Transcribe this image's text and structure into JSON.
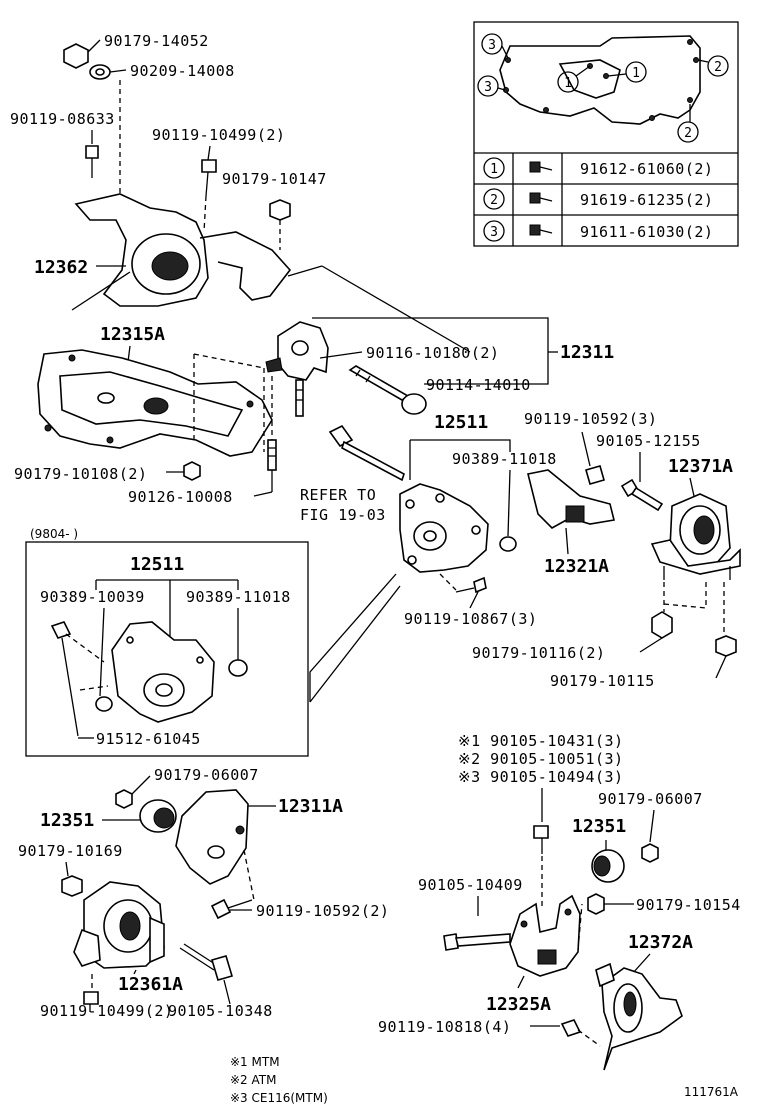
{
  "labels": {
    "p90179_14052": "90179-14052",
    "p90209_14008": "90209-14008",
    "p90119_08633": "90119-08633",
    "p90119_10499_2_top": "90119-10499(2)",
    "p90179_10147": "90179-10147",
    "p12362": "12362",
    "p12315A": "12315A",
    "p90116_10180": "90116-10180(2)",
    "p12311": "12311",
    "p90114_14010": "90114-14010",
    "p90179_10108": "90179-10108(2)",
    "p90126_10008": "90126-10008",
    "p12511_top": "12511",
    "p90119_10592_3": "90119-10592(3)",
    "p90105_12155": "90105-12155",
    "p12371A": "12371A",
    "p90389_11018_top": "90389-11018",
    "refer_line1": "REFER TO",
    "refer_line2": "FIG 19-03",
    "p12321A": "12321A",
    "p90119_10867": "90119-10867(3)",
    "p90179_10116": "90179-10116(2)",
    "p90179_10115": "90179-10115",
    "box_date": "(9804-        )",
    "p12511_box": "12511",
    "p90389_10039": "90389-10039",
    "p90389_11018_box": "90389-11018",
    "p91512_61045": "91512-61045",
    "n1_90105_10431": "※1 90105-10431(3)",
    "n2_90105_10051": "※2 90105-10051(3)",
    "n3_90105_10494": "※3 90105-10494(3)",
    "p90179_06007_left": "90179-06007",
    "p12351_left": "12351",
    "p12311A": "12311A",
    "p90179_10169": "90179-10169",
    "p90119_10592_2": "90119-10592(2)",
    "p12361A": "12361A",
    "p90105_10348": "90105-10348",
    "p90119_10499_2_bottom": "90119-10499(2)",
    "p90179_06007_right": "90179-06007",
    "p12351_right": "12351",
    "p90105_10409": "90105-10409",
    "p90179_10154": "90179-10154",
    "p12372A": "12372A",
    "p12325A": "12325A",
    "p90119_10818": "90119-10818(4)"
  },
  "inset_table": {
    "rows": [
      {
        "num": "1",
        "part": "91612-61060(2)"
      },
      {
        "num": "2",
        "part": "91619-61235(2)"
      },
      {
        "num": "3",
        "part": "91611-61030(2)"
      }
    ],
    "callouts": [
      "3",
      "3",
      "1",
      "1",
      "2",
      "2"
    ]
  },
  "footnotes": {
    "f1": "※1  MTM",
    "f2": "※2  ATM",
    "f3": "※3  CE116(MTM)"
  },
  "figure_id": "111761A"
}
